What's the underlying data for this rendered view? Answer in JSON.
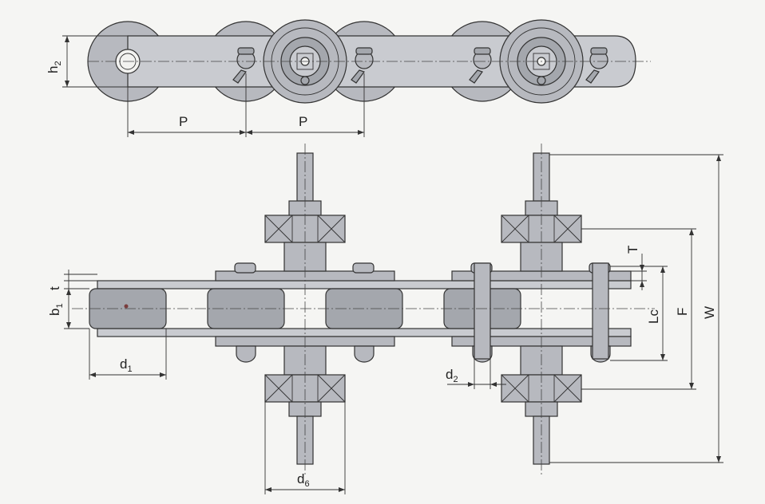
{
  "labels": {
    "h2": "h",
    "h2_sub": "2",
    "pitch_1": "P",
    "pitch_2": "P",
    "t": "t",
    "b1": "b",
    "b1_sub": "1",
    "d1": "d",
    "d1_sub": "1",
    "d2": "d",
    "d2_sub": "2",
    "d6": "d",
    "d6_sub": "6",
    "T": "T",
    "Lc": "Lc",
    "F": "F",
    "W": "W"
  }
}
